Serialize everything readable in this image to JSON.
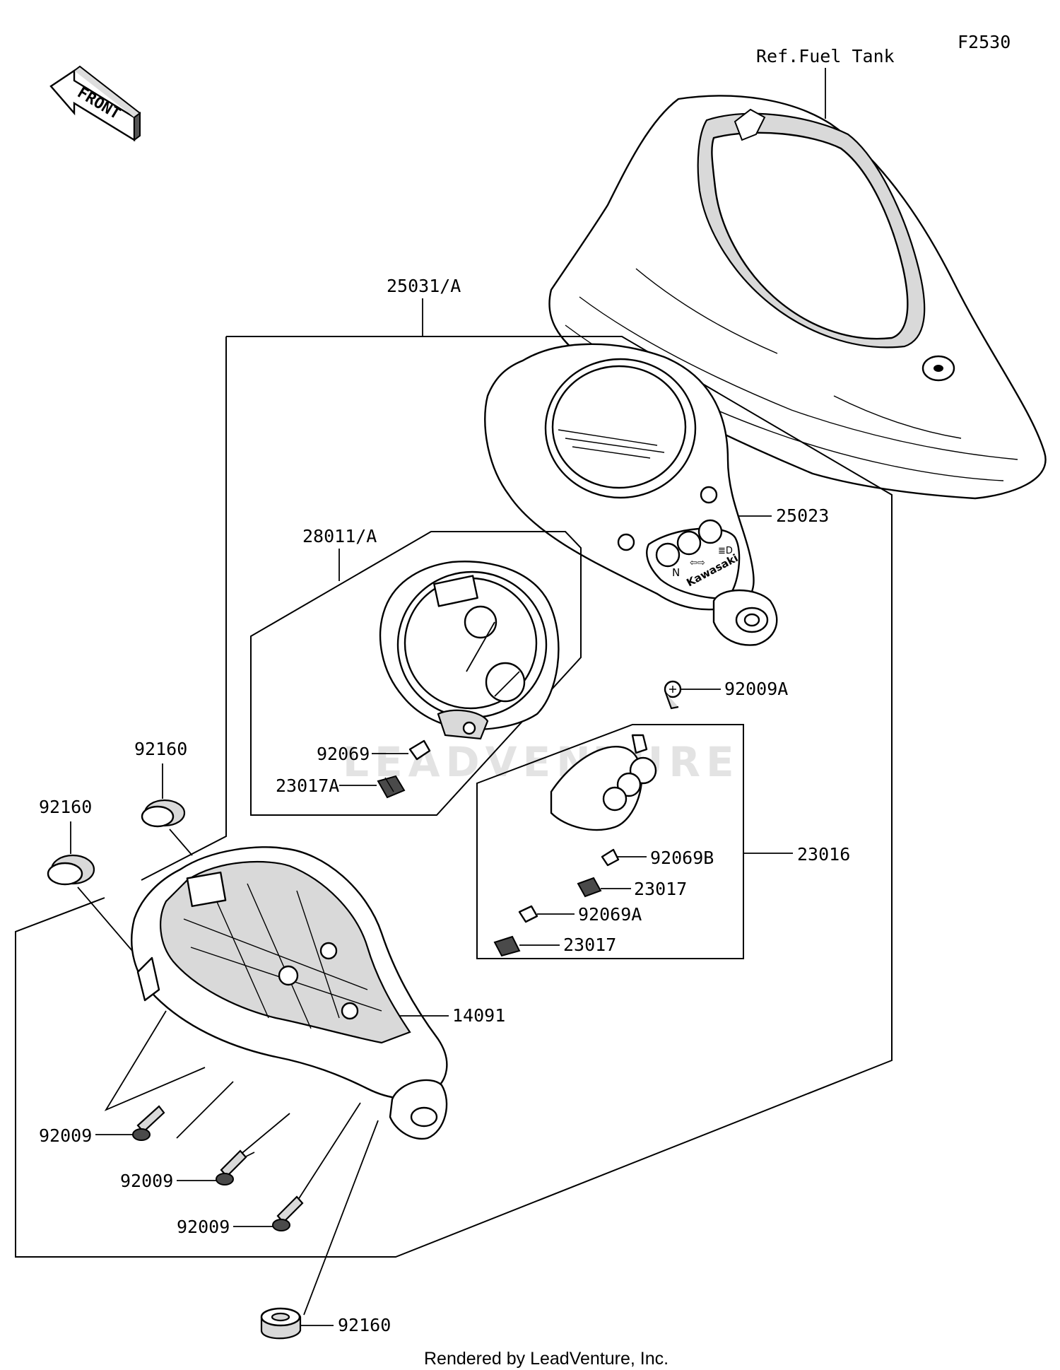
{
  "figure_code": "F2530",
  "front_arrow_label": "FRONT",
  "watermark": "LEADVENTURE",
  "footer": "Rendered by LeadVenture, Inc.",
  "labels": {
    "ref_fuel_tank": "Ref.Fuel Tank",
    "p25031": "25031/A",
    "p28011": "28011/A",
    "p25023": "25023",
    "p92009A": "92009A",
    "p92069": "92069",
    "p23017A": "23017A",
    "p23016": "23016",
    "p92069B": "92069B",
    "p23017_upper": "23017",
    "p92069A": "92069A",
    "p23017_lower": "23017",
    "p92160_a": "92160",
    "p92160_b": "92160",
    "p14091": "14091",
    "p92009_a": "92009",
    "p92009_b": "92009",
    "p92009_c": "92009",
    "p92160_c": "92160"
  },
  "indicator_symbols": [
    "N",
    "⇦⇨",
    "≣D"
  ],
  "brand_mark": "Kawasaki",
  "colors": {
    "line": "#000000",
    "background": "#ffffff",
    "watermark": "#e3e3e3"
  }
}
